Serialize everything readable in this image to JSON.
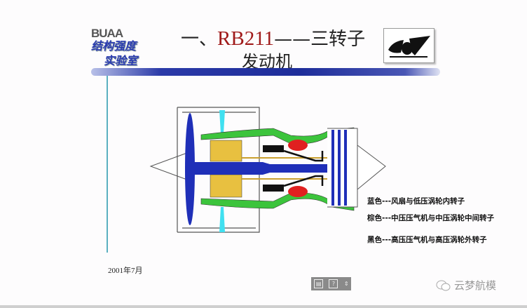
{
  "header": {
    "lab_logo": {
      "line1": "BUAA",
      "line2": "结构强度",
      "line3": "实验室"
    },
    "title_prefix": "一、",
    "title_model": "RB211",
    "title_suffix": "——三转子",
    "title_line2": "发动机"
  },
  "legend": [
    {
      "text": "蓝色---风扇与低压涡轮内转子",
      "color": "#1f2fb8"
    },
    {
      "text": "棕色---中压压气机与中压涡轮中间转子",
      "color": "#e8c040"
    },
    {
      "text": "黑色---高压压气机与高压涡轮外转子",
      "color": "#111111"
    }
  ],
  "footer": {
    "date": "2001年7月"
  },
  "toolbar": {
    "buttons": [
      "slide-icon",
      "help-icon",
      "scroll-arrows-icon"
    ]
  },
  "watermark": {
    "text": "云梦航模"
  },
  "colors": {
    "green": "#3cc43c",
    "red": "#e02020",
    "cyan": "#40e0f0",
    "blue": "#1f2fb8",
    "yellow": "#e8c040"
  }
}
